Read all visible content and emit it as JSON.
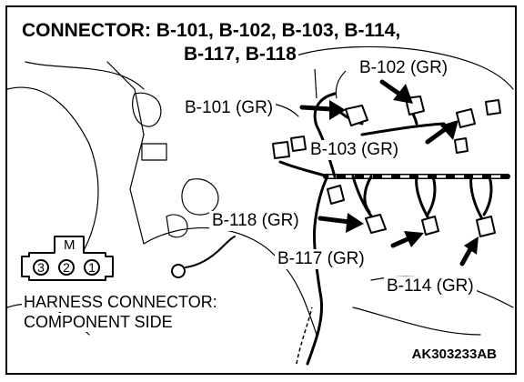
{
  "title": {
    "line1": "CONNECTOR: B-101, B-102, B-103, B-114,",
    "line2": "B-117, B-118"
  },
  "labels": {
    "b102": "B-102 (GR)",
    "b101": "B-101 (GR)",
    "b103": "B-103 (GR)",
    "b118": "B-118 (GR)",
    "b117": "B-117 (GR)",
    "b114": "B-114 (GR)"
  },
  "harness_note": {
    "line1": "HARNESS CONNECTOR:",
    "line2": "COMPONENT SIDE"
  },
  "connector_pins": [
    "3",
    "2",
    "1"
  ],
  "connector_key": "M",
  "figure_code": "AK303233AB"
}
